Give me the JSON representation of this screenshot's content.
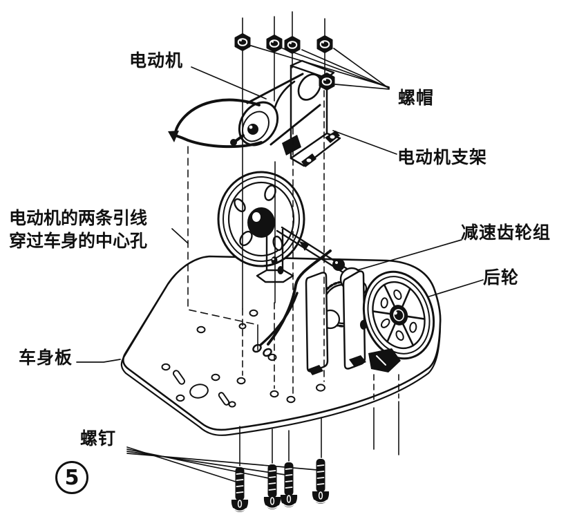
{
  "figure": {
    "number": "5",
    "kind": "exploded-assembly-diagram"
  },
  "labels": {
    "motor": "电动机",
    "nuts": "螺帽",
    "motor_bracket": "电动机支架",
    "wire_note_line1": "电动机的两条引线",
    "wire_note_line2": "穿过车身的中心孔",
    "reduction_gears": "减速齿轮组",
    "rear_wheel": "后轮",
    "body_plate": "车身板",
    "screws": "螺钉"
  },
  "colors": {
    "ink": "#111111",
    "paper": "#ffffff"
  }
}
